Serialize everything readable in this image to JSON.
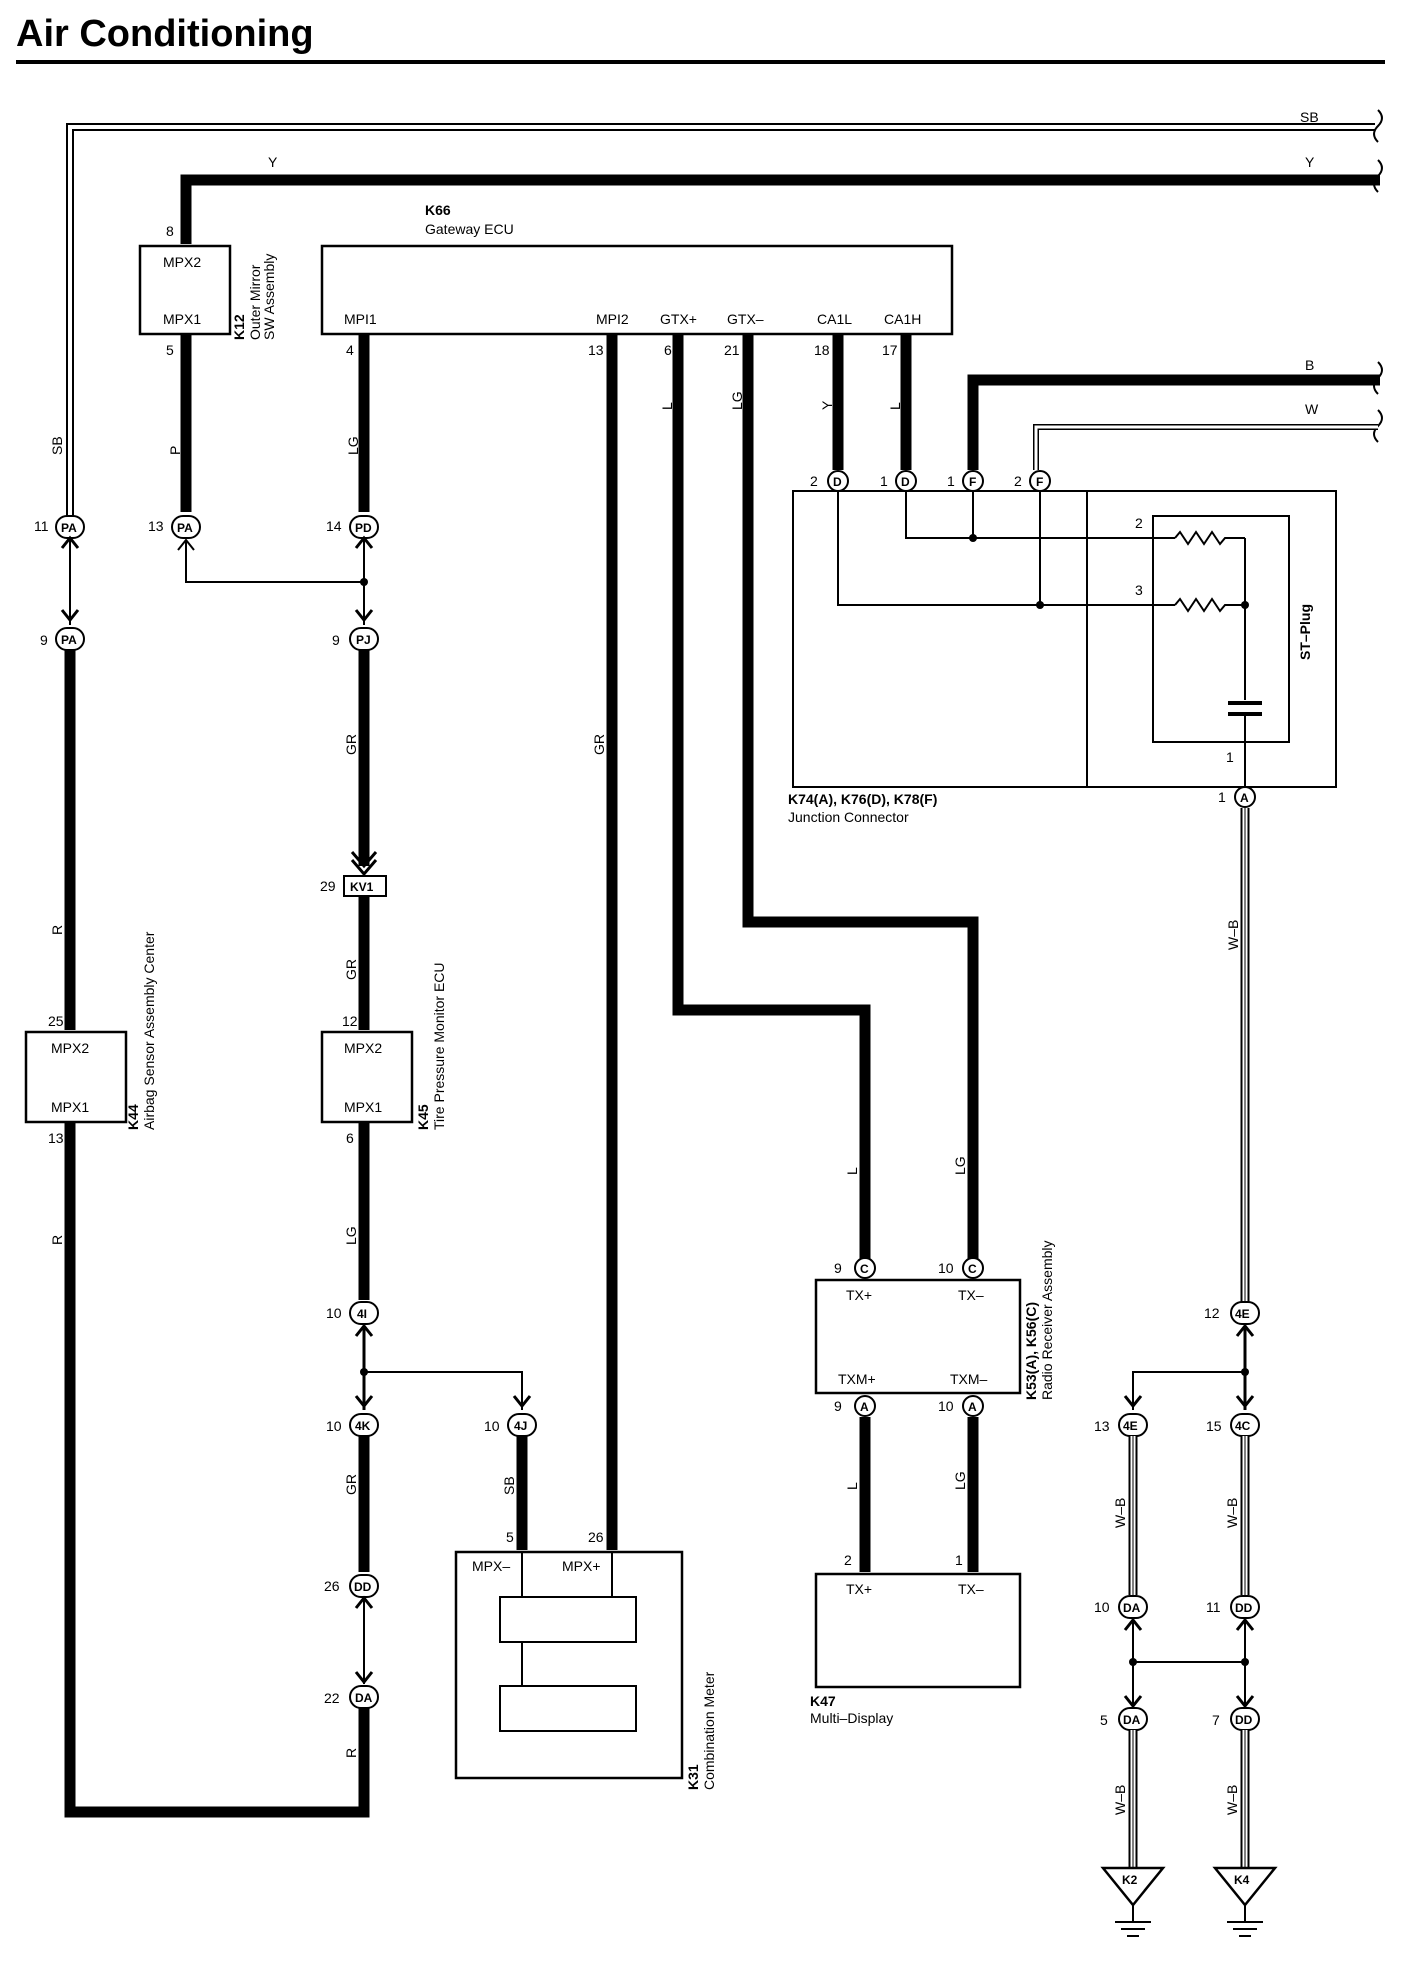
{
  "title": "Air Conditioning",
  "top_wires": {
    "sb": "SB",
    "y": "Y",
    "b": "B",
    "w": "W"
  },
  "components": {
    "k66": {
      "id": "K66",
      "name": "Gateway ECU",
      "pins": [
        "MPI1",
        "MPI2",
        "GTX+",
        "GTX–",
        "CA1L",
        "CA1H"
      ]
    },
    "k12": {
      "id": "K12",
      "name1": "Outer Mirror",
      "name2": "SW Assembly",
      "pin_top": "MPX2",
      "pin_bottom": "MPX1"
    },
    "k44": {
      "id": "K44",
      "name": "Airbag Sensor Assembly Center",
      "pin_top": "MPX2",
      "pin_bottom": "MPX1"
    },
    "k45": {
      "id": "K45",
      "name": "Tire Pressure Monitor ECU",
      "pin_top": "MPX2",
      "pin_bottom": "MPX1"
    },
    "k31": {
      "id": "K31",
      "name": "Combination Meter",
      "pin_left": "MPX–",
      "pin_right": "MPX+"
    },
    "junction": {
      "id": "K74(A), K76(D), K78(F)",
      "name": "Junction Connector",
      "plug": "ST–Plug"
    },
    "radio": {
      "id": "K53(A), K56(C)",
      "name": "Radio Receiver Assembly",
      "pins": [
        "TX+",
        "TX–",
        "TXM+",
        "TXM–"
      ]
    },
    "k47": {
      "id": "K47",
      "name": "Multi–Display",
      "pins": [
        "TX+",
        "TX–"
      ]
    },
    "k2": {
      "id": "K2"
    },
    "k4": {
      "id": "K4"
    }
  },
  "wire_colors": [
    "SB",
    "P",
    "LG",
    "GR",
    "R",
    "L",
    "Y",
    "W–B"
  ],
  "connectors": [
    "PA",
    "PD",
    "PJ",
    "KV1",
    "4I",
    "4K",
    "4J",
    "DD",
    "DA",
    "D",
    "F",
    "A",
    "C",
    "4E",
    "4C"
  ],
  "pin_numbers": [
    "1",
    "2",
    "3",
    "4",
    "5",
    "6",
    "7",
    "8",
    "9",
    "10",
    "11",
    "12",
    "13",
    "14",
    "15",
    "17",
    "18",
    "21",
    "22",
    "25",
    "26",
    "29"
  ]
}
